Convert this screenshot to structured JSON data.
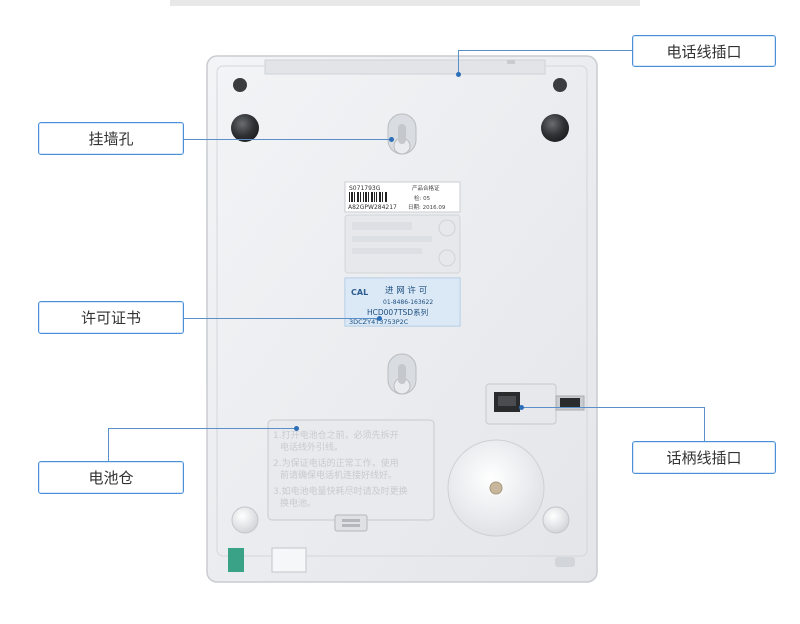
{
  "callouts": {
    "phone_line_port": "电话线插口",
    "wall_mount_hole": "挂墙孔",
    "license_certificate": "许可证书",
    "battery_compartment": "电池仓",
    "handset_cord_port": "话柄线插口"
  },
  "barcode_label": {
    "serial": "S071793G",
    "code": "A82GPW284217",
    "title": "产品合格证",
    "inspector": "检: 05",
    "date": "日期: 2016.09"
  },
  "network_license": {
    "logo": "CAL",
    "title": "进 网 许 可",
    "number": "01-8486-163622",
    "model": "HCD007TSD系列",
    "code": "3DCZY4T3753P2C"
  },
  "battery_instructions": [
    "1.打开电池仓之前，必须先拆开",
    "电话线外引线。",
    "2.为保证电话的正常工作，使用",
    "前请确保电话机连接好线好。",
    "3.如电池电量快耗尽时请及时更换",
    "换电池。"
  ],
  "colors": {
    "accent": "#4a90d9",
    "device_body": "#eceef1",
    "background": "#ffffff"
  }
}
